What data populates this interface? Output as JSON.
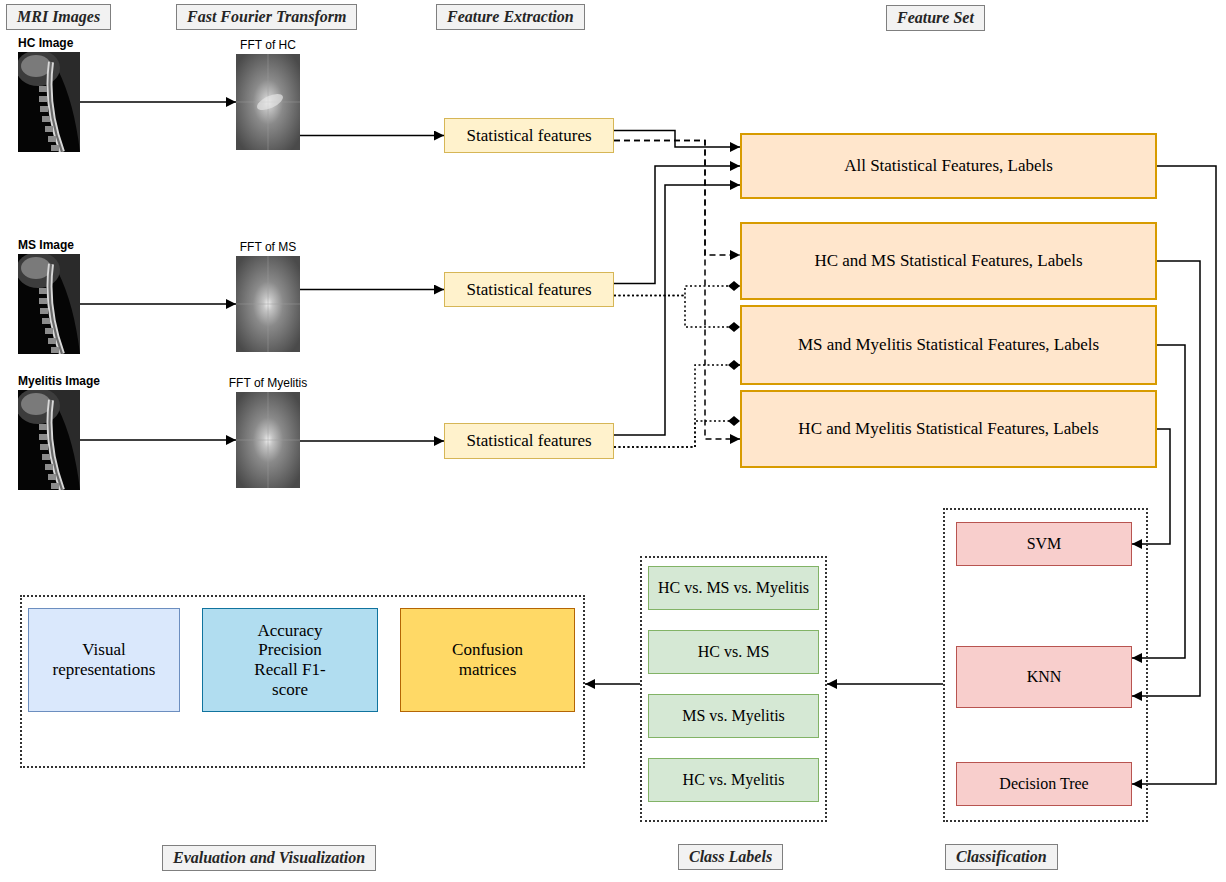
{
  "diagram": {
    "nodes": [
      {
        "text": [
          "MRI Images"
        ]
      },
      {
        "text": [
          "Fast Fourier Transform"
        ]
      },
      {
        "text": [
          "Feature Extraction"
        ]
      },
      {
        "text": [
          "Feature Set"
        ]
      },
      {
        "text": [
          "HC Image"
        ]
      },
      {
        "text": [
          "FFT of HC"
        ]
      },
      {
        "text": [
          "Statistical features"
        ]
      },
      {
        "text": [
          "All Statistical Features, Labels"
        ]
      },
      {
        "text": [
          "HC and MS Statistical Features, Labels"
        ]
      },
      {
        "text": [
          "MS Image"
        ]
      },
      {
        "text": [
          "FFT of MS"
        ]
      },
      {
        "text": [
          "Statistical features"
        ]
      },
      {
        "text": [
          "MS and Myelitis Statistical Features, Labels"
        ]
      },
      {
        "text": [
          "Myelitis Image"
        ]
      },
      {
        "text": [
          "FFT of Myelitis"
        ]
      },
      {
        "text": [
          "Statistical features"
        ]
      },
      {
        "text": [
          "HC and Myelitis Statistical Features, Labels"
        ]
      },
      {
        "text": [
          "Classification"
        ]
      },
      {
        "text": [
          "SVM"
        ],
        "in": 17
      },
      {
        "text": [
          "KNN"
        ],
        "in": 17
      },
      {
        "text": [
          "Decision Tree"
        ],
        "in": 17
      },
      {
        "text": [
          "Class Labels"
        ]
      },
      {
        "text": [
          "HC vs. MS vs. Myelitis"
        ],
        "in": 21
      },
      {
        "text": [
          "HC vs. MS"
        ],
        "in": 21
      },
      {
        "text": [
          "MS vs. Myelitis"
        ],
        "in": 21
      },
      {
        "text": [
          "HC vs. Myelitis"
        ],
        "in": 21
      },
      {
        "text": [
          "Evaluation and Visualization"
        ]
      },
      {
        "text": [
          "Visual representations"
        ],
        "in": 26
      },
      {
        "text": [
          "Accuracy Precision Recall F1-score"
        ],
        "in": 26
      },
      {
        "text": [
          "Confusion matrices"
        ],
        "in": 26
      }
    ],
    "edges": [
      {
        "from": 4,
        "to": 5,
        "arrow": "to"
      },
      {
        "from": 5,
        "to": 6,
        "arrow": "to"
      },
      {
        "from": 9,
        "to": 10,
        "arrow": "to"
      },
      {
        "from": 10,
        "to": 11,
        "arrow": "to"
      },
      {
        "from": 13,
        "to": 14,
        "arrow": "to"
      },
      {
        "from": 14,
        "to": 15,
        "arrow": "to"
      },
      {
        "from": 6,
        "to": 7,
        "arrow": "to"
      },
      {
        "from": 11,
        "to": 7,
        "arrow": "to"
      },
      {
        "from": 15,
        "to": 7,
        "arrow": "to"
      },
      {
        "from": 6,
        "to": 8,
        "arrow": "to"
      },
      {
        "from": 6,
        "to": 16,
        "arrow": "to"
      },
      {
        "from": 11,
        "to": 8,
        "arrow": "to"
      },
      {
        "from": 11,
        "to": 12,
        "arrow": "to"
      },
      {
        "from": 15,
        "to": 12,
        "arrow": "to"
      },
      {
        "from": 15,
        "to": 16,
        "arrow": "to"
      },
      {
        "from": 7,
        "to": 20,
        "arrow": "to"
      },
      {
        "from": 8,
        "to": 19,
        "arrow": "to"
      },
      {
        "from": 12,
        "to": 19,
        "arrow": "to"
      },
      {
        "from": 16,
        "to": 18,
        "arrow": "to"
      },
      {
        "from": 17,
        "to": 21,
        "arrow": "to"
      },
      {
        "from": 21,
        "to": 26,
        "arrow": "to"
      }
    ]
  }
}
